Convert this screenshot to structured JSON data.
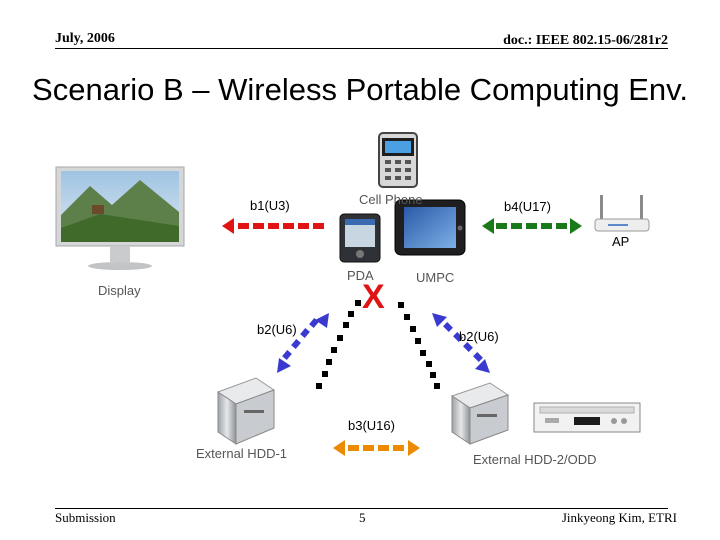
{
  "header": {
    "date": "July, 2006",
    "doc_id": "doc.: IEEE 802.15-06/281r2"
  },
  "slide": {
    "title": "Scenario B – Wireless Portable Computing Env."
  },
  "devices": {
    "cell_phone": "Cell Phone",
    "pda": "PDA",
    "umpc": "UMPC",
    "ap": "AP",
    "display": "Display",
    "hdd1": "External HDD-1",
    "hdd2": "External HDD-2/ODD"
  },
  "links": {
    "b1": "b1(U3)",
    "b4": "b4(U17)",
    "b2_left": "b2(U6)",
    "b2_right": "b2(U6)",
    "b3": "b3(U16)",
    "blocked": "X"
  },
  "colors": {
    "b1": "#e01414",
    "b4": "#1a7a1a",
    "b2": "#3a3ad0",
    "b3": "#ee8a00",
    "link_dots": "#000000"
  },
  "footer": {
    "left": "Submission",
    "page": "5",
    "author": "Jinkyeong Kim, ETRI"
  }
}
